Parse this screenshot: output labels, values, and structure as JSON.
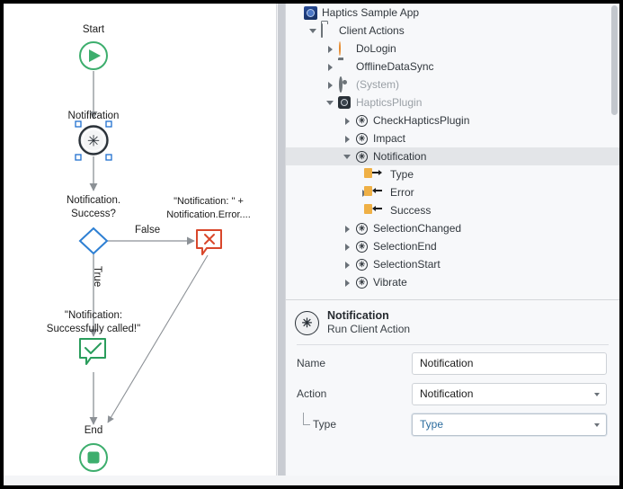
{
  "flow": {
    "nodes": [
      {
        "id": "start",
        "label": "Start",
        "kind": "start-node"
      },
      {
        "id": "notification",
        "label": "Notification",
        "kind": "client-action-node",
        "selected": true
      },
      {
        "id": "decision",
        "label": "Notification.\nSuccess?",
        "kind": "if-node"
      },
      {
        "id": "error_msg",
        "label": "\"Notification: \" +\nNotification.Error....",
        "kind": "error-message-node"
      },
      {
        "id": "success_msg",
        "label": "\"Notification:\nSuccessfully called!\"",
        "kind": "success-message-node"
      },
      {
        "id": "end",
        "label": "End",
        "kind": "end-node"
      }
    ],
    "edge_labels": {
      "false": "False",
      "true": "True"
    }
  },
  "tree": {
    "rows": [
      {
        "label": "Haptics Sample App",
        "icon": "app-icon",
        "indent": 0,
        "twisty": "none",
        "muted": false
      },
      {
        "label": "Client Actions",
        "icon": "folder-outline-icon",
        "indent": 1,
        "twisty": "open",
        "muted": false
      },
      {
        "label": "DoLogin",
        "icon": "circle-outline-icon",
        "indent": 2,
        "twisty": "closed",
        "muted": false
      },
      {
        "label": "OfflineDataSync",
        "icon": "folder-solid-icon",
        "indent": 2,
        "twisty": "closed",
        "muted": false
      },
      {
        "label": "(System)",
        "icon": "circle-dot-icon",
        "indent": 2,
        "twisty": "closed",
        "muted": true
      },
      {
        "label": "HapticsPlugin",
        "icon": "plugin-icon",
        "indent": 2,
        "twisty": "open",
        "muted": true
      },
      {
        "label": "CheckHapticsPlugin",
        "icon": "client-action-icon",
        "indent": 3,
        "twisty": "closed",
        "muted": false
      },
      {
        "label": "Impact",
        "icon": "client-action-icon",
        "indent": 3,
        "twisty": "closed",
        "muted": false
      },
      {
        "label": "Notification",
        "icon": "client-action-icon",
        "indent": 3,
        "twisty": "open",
        "muted": false,
        "selected": true
      },
      {
        "label": "Type",
        "icon": "input-param-icon",
        "indent": 4,
        "twisty": "none",
        "muted": false
      },
      {
        "label": "Error",
        "icon": "output-param-icon",
        "indent": 4,
        "twisty": "closed",
        "muted": false
      },
      {
        "label": "Success",
        "icon": "output-param-icon",
        "indent": 4,
        "twisty": "none",
        "muted": false
      },
      {
        "label": "SelectionChanged",
        "icon": "client-action-icon",
        "indent": 3,
        "twisty": "closed",
        "muted": false
      },
      {
        "label": "SelectionEnd",
        "icon": "client-action-icon",
        "indent": 3,
        "twisty": "closed",
        "muted": false
      },
      {
        "label": "SelectionStart",
        "icon": "client-action-icon",
        "indent": 3,
        "twisty": "closed",
        "muted": false
      },
      {
        "label": "Vibrate",
        "icon": "client-action-icon",
        "indent": 3,
        "twisty": "closed",
        "muted": false
      }
    ]
  },
  "properties": {
    "title": "Notification",
    "subtitle": "Run Client Action",
    "fields": [
      {
        "label": "Name",
        "value": "Notification",
        "type": "text",
        "indent": false,
        "selected": false,
        "link": false
      },
      {
        "label": "Action",
        "value": "Notification",
        "type": "select",
        "indent": false,
        "selected": false,
        "link": false
      },
      {
        "label": "Type",
        "value": "Type",
        "type": "select",
        "indent": true,
        "selected": true,
        "link": true
      }
    ]
  },
  "colors": {
    "start_green": "#3dae6d",
    "end_green": "#3dae6d",
    "if_blue": "#2d7fd3",
    "error_red": "#d9472b",
    "success_green": "#2a9d5c",
    "param_yellow": "#efb045",
    "selection_blue": "#1f6fd0",
    "link_blue": "#2b6c9e",
    "connector_grey": "#8c9196"
  }
}
